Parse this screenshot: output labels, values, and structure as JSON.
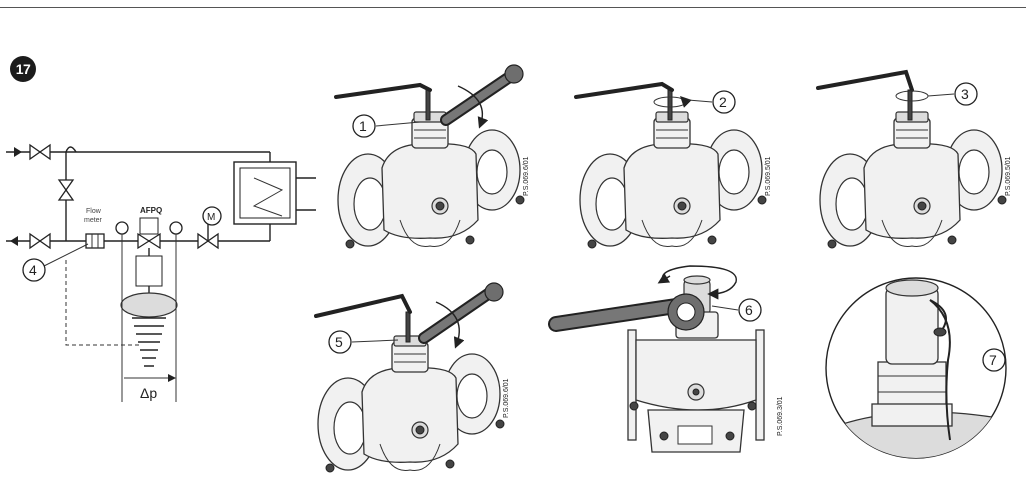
{
  "step_number": "17",
  "schematic": {
    "flow_meter_label_line1": "Flow",
    "flow_meter_label_line2": "meter",
    "valve_label": "AFPQ",
    "motor_label": "M",
    "delta_p_label": "Δp",
    "callout_4": "4"
  },
  "panels": [
    {
      "callout": "1",
      "code": "P.S.069.6/01"
    },
    {
      "callout": "2",
      "code": "P.S.069.5/01"
    },
    {
      "callout": "3",
      "code": "P.S.069.5/01"
    },
    {
      "callout": "5",
      "code": "P.S.069.6/01"
    },
    {
      "callout": "6",
      "code": "P.S.069.3/01"
    },
    {
      "callout": "7",
      "code": ""
    }
  ]
}
